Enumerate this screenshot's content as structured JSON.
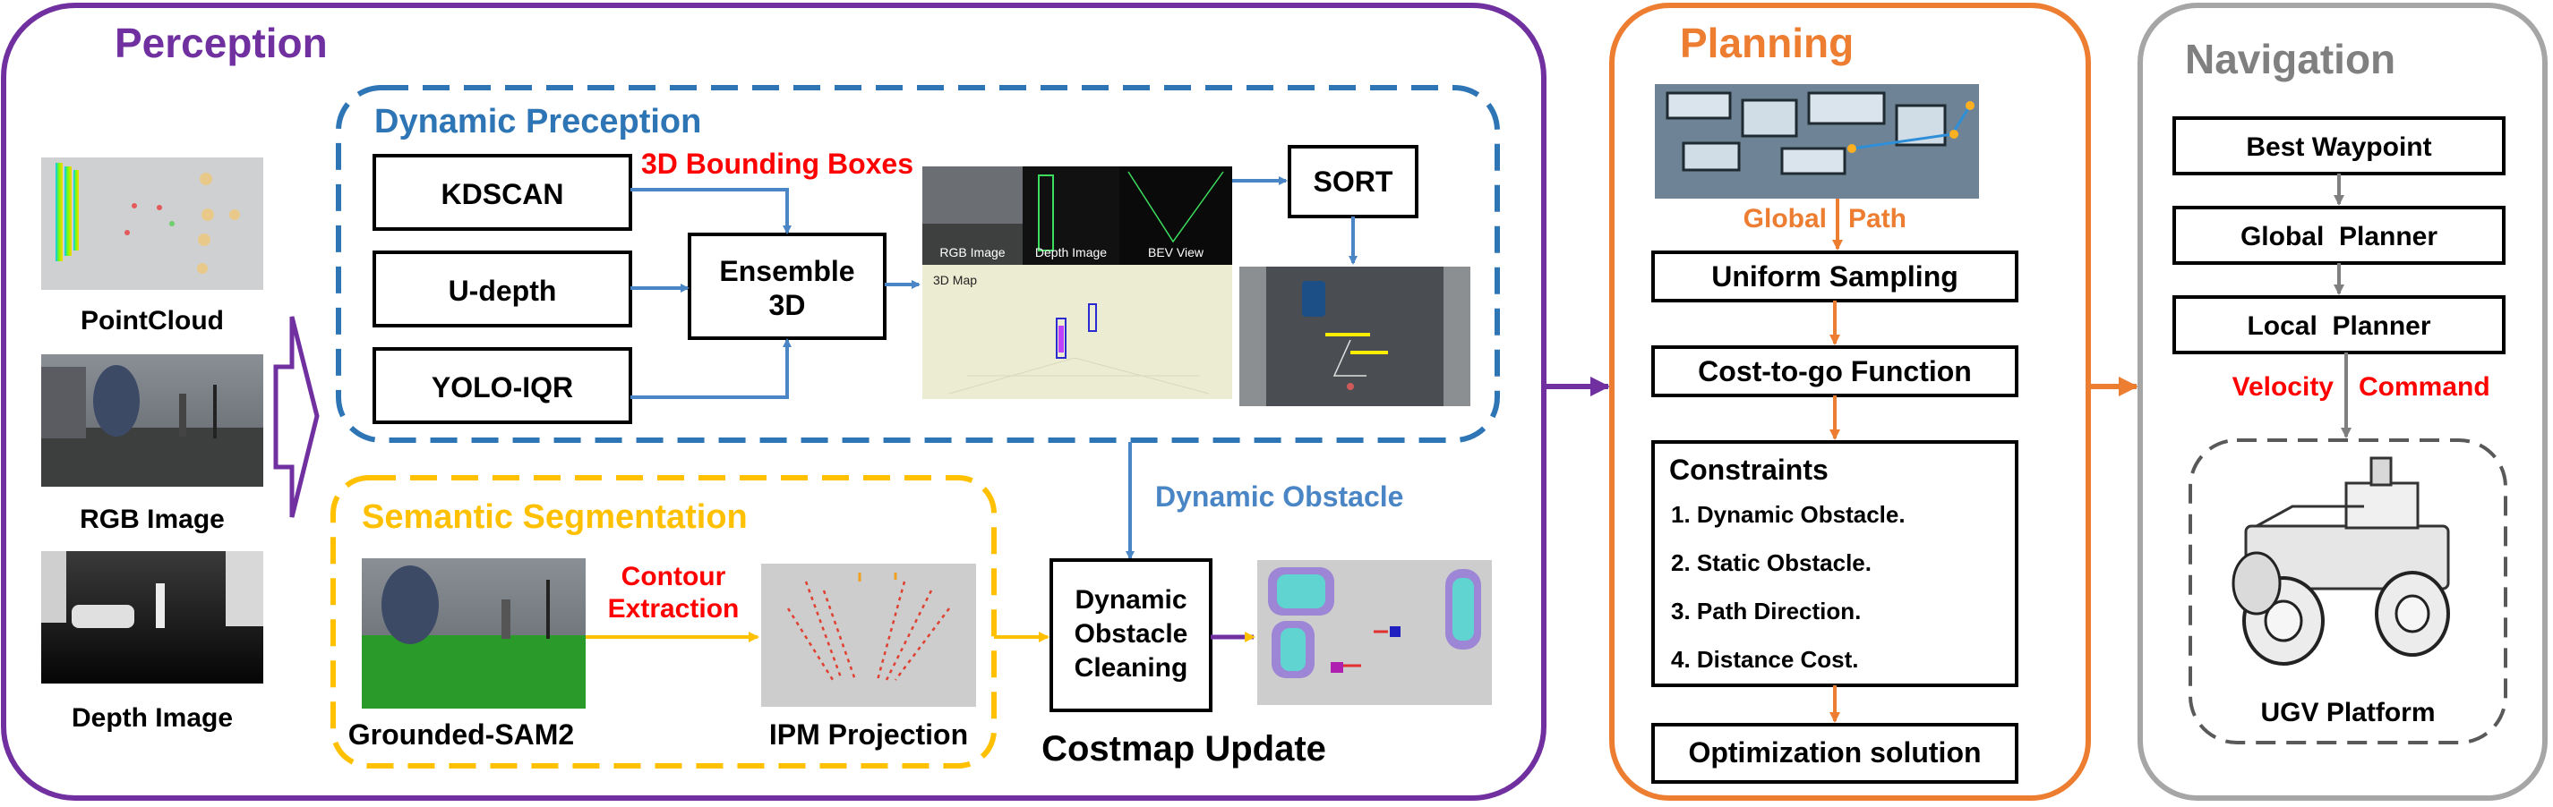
{
  "colors": {
    "perception": "#7030A0",
    "dynamic": "#2E75B6",
    "semantic": "#FFC000",
    "planning": "#ED7D31",
    "navigation": "#A6A6A6",
    "highlight": "#FF0000",
    "edge_blue": "#4A86C5",
    "edge_yellow": "#FFC000",
    "edge_orange": "#ED7D31",
    "edge_gray": "#7F7F7F"
  },
  "perception": {
    "title": "Perception",
    "inputs": [
      "PointCloud",
      "RGB Image",
      "Depth Image"
    ],
    "dynamic": {
      "title": "Dynamic Preception",
      "detectors": [
        "KDSCAN",
        "U-depth",
        "YOLO-IQR"
      ],
      "ensemble": [
        "Ensemble",
        "3D"
      ],
      "bbox_label": "3D Bounding Boxes",
      "panel_labels": [
        "RGB Image",
        "Depth Image",
        "BEV View",
        "3D Map"
      ],
      "sort": "SORT"
    },
    "dynamic_obstacle_label": "Dynamic Obstacle",
    "semantic": {
      "title": "Semantic Segmentation",
      "sam_caption": "Grounded-SAM2",
      "contour_label": [
        "Contour",
        "Extraction"
      ],
      "ipm_caption": "IPM Projection"
    },
    "cleaning": [
      "Dynamic",
      "Obstacle",
      "Cleaning"
    ],
    "costmap_update": "Costmap Update"
  },
  "planning": {
    "title": "Planning",
    "global_path": [
      "Global",
      "Path"
    ],
    "uniform_sampling": "Uniform Sampling",
    "cost_to_go": "Cost-to-go Function",
    "constraints": {
      "title": "Constraints",
      "items": [
        "1. Dynamic Obstacle.",
        "2. Static Obstacle.",
        "3. Path Direction.",
        "4. Distance Cost."
      ]
    },
    "optimization": "Optimization solution"
  },
  "navigation": {
    "title": "Navigation",
    "best_waypoint": "Best Waypoint",
    "global_planner": "Global  Planner",
    "local_planner": "Local  Planner",
    "velocity_command": [
      "Velocity",
      "Command"
    ],
    "ugv_platform": "UGV Platform"
  }
}
